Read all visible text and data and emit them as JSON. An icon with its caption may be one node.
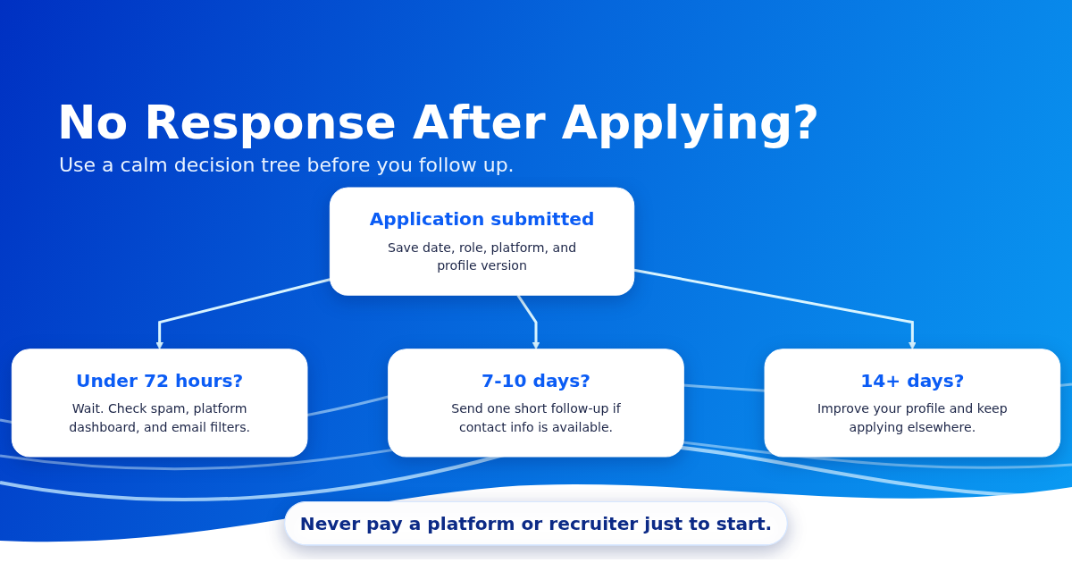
{
  "diagram": {
    "title": "No Response After Applying?",
    "nodes": [
      {
        "text": [
          "Application submitted",
          "Save date, role, platform, and profile version"
        ]
      },
      {
        "text": [
          "Under 72 hours?",
          "Wait. Check spam, platform dashboard, and email filters."
        ]
      },
      {
        "text": [
          "7-10 days?",
          "Send one short follow-up if contact info is available."
        ]
      },
      {
        "text": [
          "14+ days?",
          "Improve your profile and keep applying elsewhere."
        ]
      },
      {
        "text": [
          "Never pay a platform or recruiter just to start."
        ]
      }
    ],
    "edges": [
      {
        "from": 0,
        "to": 1,
        "arrow": "to"
      },
      {
        "from": 0,
        "to": 2,
        "arrow": "to"
      },
      {
        "from": 0,
        "to": 3,
        "arrow": "to"
      }
    ],
    "labels": [
      "Use a calm decision tree before you follow up."
    ]
  }
}
